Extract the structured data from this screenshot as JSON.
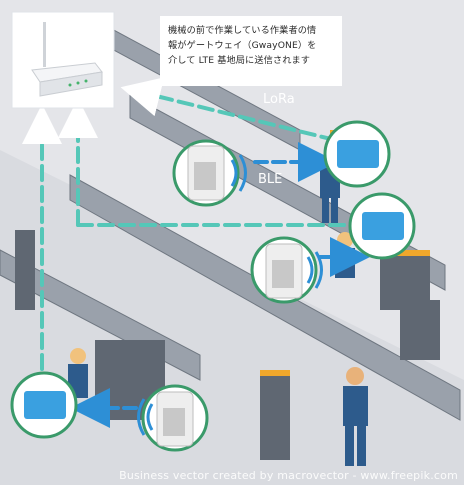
{
  "callout": {
    "lines": [
      "機械の前で作業している作業者の情",
      "報がゲートウェイ（GwayONE）を",
      "介して LTE 基地局に送信されます"
    ]
  },
  "labels": {
    "lora": "LoRa",
    "ble": "BLE"
  },
  "credit": "Business vector created by macrovector - www.freepik.com",
  "colors": {
    "link": "#55c7b8",
    "ble_arrow": "#2d8fd6",
    "tag_ring": "#3a9a6a",
    "card": "#3aa0e0"
  }
}
